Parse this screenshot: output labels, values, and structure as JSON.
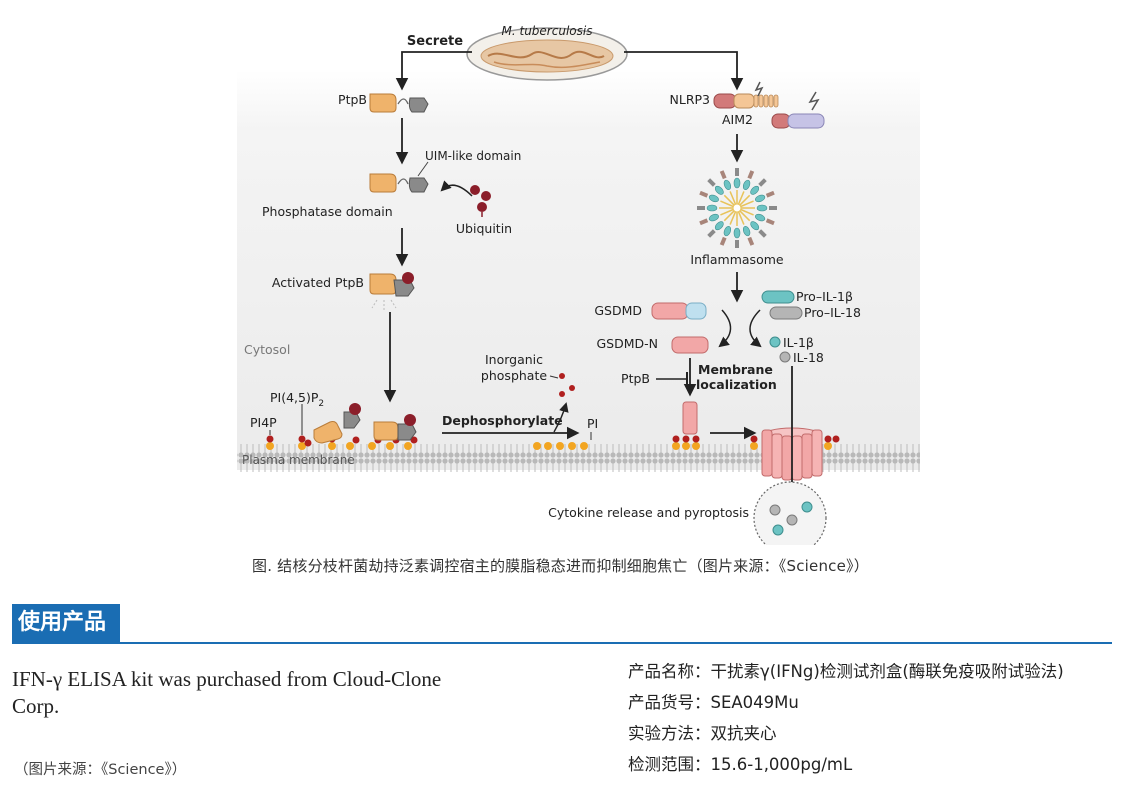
{
  "figure": {
    "mtb_label": "M. tuberculosis",
    "secrete": "Secrete",
    "ptpb": "PtpB",
    "uim_domain": "UIM-like domain",
    "phosphatase_domain": "Phosphatase domain",
    "ubiquitin": "Ubiquitin",
    "activated_ptpb": "Activated PtpB",
    "cytosol": "Cytosol",
    "inorganic": "Inorganic",
    "phosphate": "phosphate",
    "pi45p2": "PI(4,5)P",
    "pi45p2_sub": "2",
    "pi4p": "PI4P",
    "plasma_membrane": "Plasma membrane",
    "dephosphorylate": "Dephosphorylate",
    "pi": "PI",
    "nlrp3": "NLRP3",
    "aim2": "AIM2",
    "inflammasome": "Inflammasome",
    "gsdmd": "GSDMD",
    "gsdmd_n": "GSDMD-N",
    "pro_il1b": "Pro–IL-1β",
    "pro_il18": "Pro–IL-18",
    "il1b": "IL-1β",
    "il18": "IL-18",
    "ptpb2": "PtpB",
    "membrane": "Membrane",
    "localization": "localization",
    "cytokine_release": "Cytokine release and pyroptosis"
  },
  "caption": "图. 结核分枝杆菌劫持泛素调控宿主的膜脂稳态进而抑制细胞焦亡（图片来源：《Science》）",
  "section": {
    "title": "使用产品"
  },
  "left_text": "IFN-γ ELISA kit was purchased from Cloud-Clone Corp.",
  "source_small": "（图片来源：《Science》）",
  "product": [
    {
      "key": "产品名称：",
      "value": "干扰素γ(IFNg)检测试剂盒(酶联免疫吸附试验法)"
    },
    {
      "key": "产品货号：",
      "value": "SEA049Mu"
    },
    {
      "key": "实验方法：",
      "value": "双抗夹心"
    },
    {
      "key": "检测范围：",
      "value": "15.6-1,000pg/mL"
    }
  ]
}
